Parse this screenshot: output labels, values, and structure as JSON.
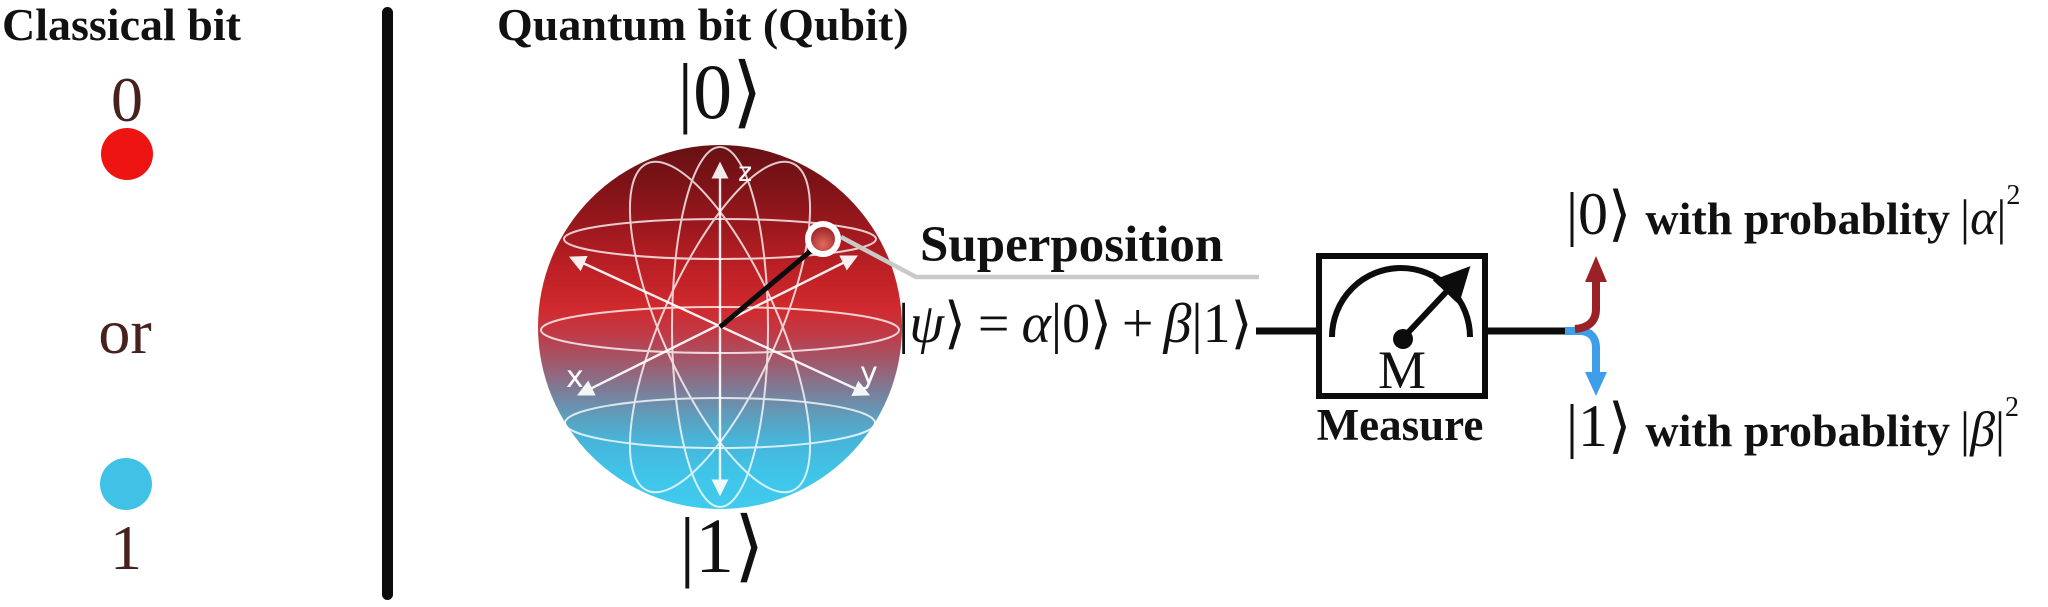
{
  "classical": {
    "title": "Classical bit",
    "zero": "0",
    "or": "or",
    "one": "1"
  },
  "quantum": {
    "title": "Quantum bit (Qubit)",
    "ket_zero": "|0⟩",
    "ket_one": "|1⟩",
    "axes": {
      "x": "x",
      "y": "y",
      "z": "z"
    },
    "superposition": "Superposition",
    "equation": {
      "bar": "|",
      "psi": "ψ",
      "rangle": "⟩",
      "equals": "=",
      "alpha": "α",
      "ket_zero": "|0⟩",
      "plus": "+",
      "beta": "β",
      "ket_one": "|1⟩"
    }
  },
  "measure": {
    "meter": "M",
    "label": "Measure"
  },
  "outcomes": {
    "zero": {
      "ket": "|0⟩",
      "text": "with probablity",
      "bar": "|",
      "symbol": "α",
      "exponent": "2"
    },
    "one": {
      "ket": "|1⟩",
      "text": "with probablity",
      "bar": "|",
      "symbol": "β",
      "exponent": "2"
    }
  },
  "colors": {
    "classical_zero_dot": "#ee1412",
    "classical_one_dot": "#3fc2e6",
    "label_brown": "#46211d",
    "sphere_top": "#671114",
    "sphere_red": "#d02a2e",
    "sphere_bottom": "#41cbee",
    "arrow_red": "#9a2226",
    "arrow_blue": "#3f9ee9",
    "callout_gray": "#c9c9c9",
    "ink": "#0c0c0c"
  }
}
